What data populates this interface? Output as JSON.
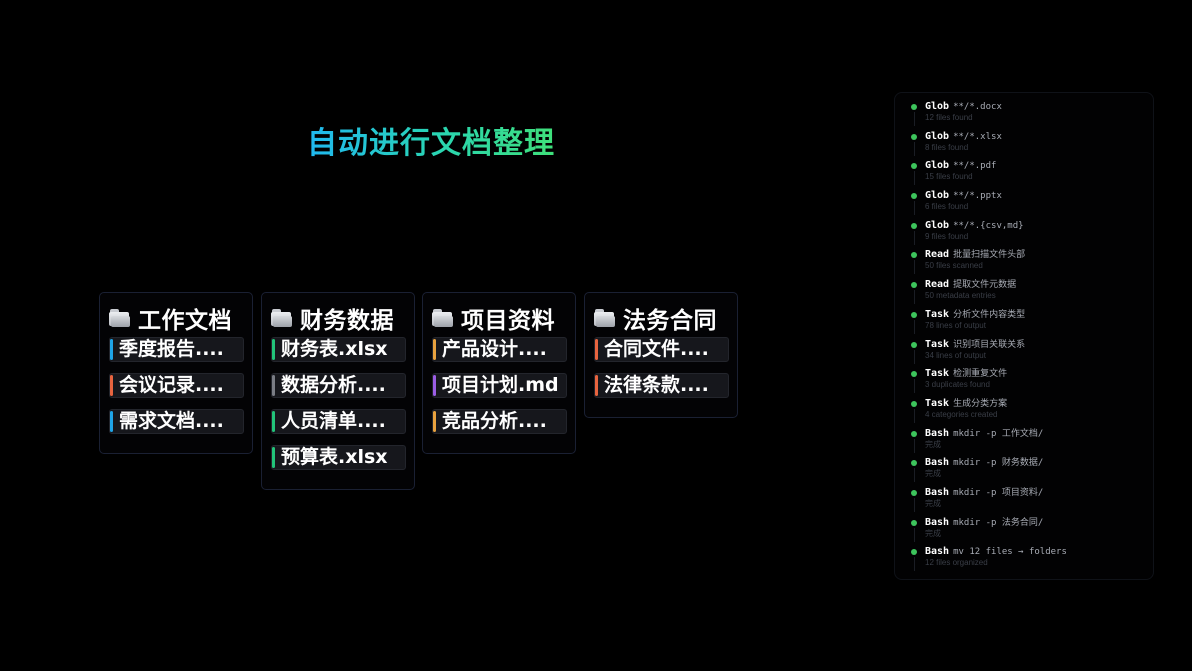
{
  "title": "自动进行文档整理",
  "colors": {
    "title_gradient": [
      "#20b8f0",
      "#2ad6b0",
      "#3fe07a"
    ],
    "log_dot": "#3dc45c"
  },
  "folders": [
    {
      "name": "工作文档",
      "icon": "folder-icon",
      "files": [
        {
          "label": "季度报告....",
          "accent": "#1fa5e8"
        },
        {
          "label": "会议记录....",
          "accent": "#e8643f"
        },
        {
          "label": "需求文档....",
          "accent": "#1fa5e8"
        }
      ]
    },
    {
      "name": "财务数据",
      "icon": "folder-icon",
      "files": [
        {
          "label": "财务表.xlsx",
          "accent": "#22c47a"
        },
        {
          "label": "数据分析....",
          "accent": "#7a7d85"
        },
        {
          "label": "人员清单....",
          "accent": "#22c47a"
        },
        {
          "label": "预算表.xlsx",
          "accent": "#22c47a"
        }
      ]
    },
    {
      "name": "项目资料",
      "icon": "folder-icon",
      "files": [
        {
          "label": "产品设计....",
          "accent": "#e8a23f"
        },
        {
          "label": "项目计划.md",
          "accent": "#9b5de5"
        },
        {
          "label": "竞品分析....",
          "accent": "#e8a23f"
        }
      ]
    },
    {
      "name": "法务合同",
      "icon": "folder-icon",
      "files": [
        {
          "label": "合同文件....",
          "accent": "#e8643f"
        },
        {
          "label": "法律条款....",
          "accent": "#e8643f"
        }
      ]
    }
  ],
  "log": [
    {
      "tool": "Glob",
      "arg": "**/*.docx",
      "result": "12 files found"
    },
    {
      "tool": "Glob",
      "arg": "**/*.xlsx",
      "result": "8 files found"
    },
    {
      "tool": "Glob",
      "arg": "**/*.pdf",
      "result": "15 files found"
    },
    {
      "tool": "Glob",
      "arg": "**/*.pptx",
      "result": "6 files found"
    },
    {
      "tool": "Glob",
      "arg": "**/*.{csv,md}",
      "result": "9 files found"
    },
    {
      "tool": "Read",
      "arg": "批量扫描文件头部",
      "result": "50 files scanned"
    },
    {
      "tool": "Read",
      "arg": "提取文件元数据",
      "result": "50 metadata entries"
    },
    {
      "tool": "Task",
      "arg": "分析文件内容类型",
      "result": "78 lines of output"
    },
    {
      "tool": "Task",
      "arg": "识别项目关联关系",
      "result": "34 lines of output"
    },
    {
      "tool": "Task",
      "arg": "检测重复文件",
      "result": "3 duplicates found"
    },
    {
      "tool": "Task",
      "arg": "生成分类方案",
      "result": "4 categories created"
    },
    {
      "tool": "Bash",
      "arg": "mkdir -p 工作文档/",
      "result": "完成"
    },
    {
      "tool": "Bash",
      "arg": "mkdir -p 财务数据/",
      "result": "完成"
    },
    {
      "tool": "Bash",
      "arg": "mkdir -p 项目资料/",
      "result": "完成"
    },
    {
      "tool": "Bash",
      "arg": "mkdir -p 法务合同/",
      "result": "完成"
    },
    {
      "tool": "Bash",
      "arg": "mv 12 files → folders",
      "result": "12 files organized"
    }
  ]
}
